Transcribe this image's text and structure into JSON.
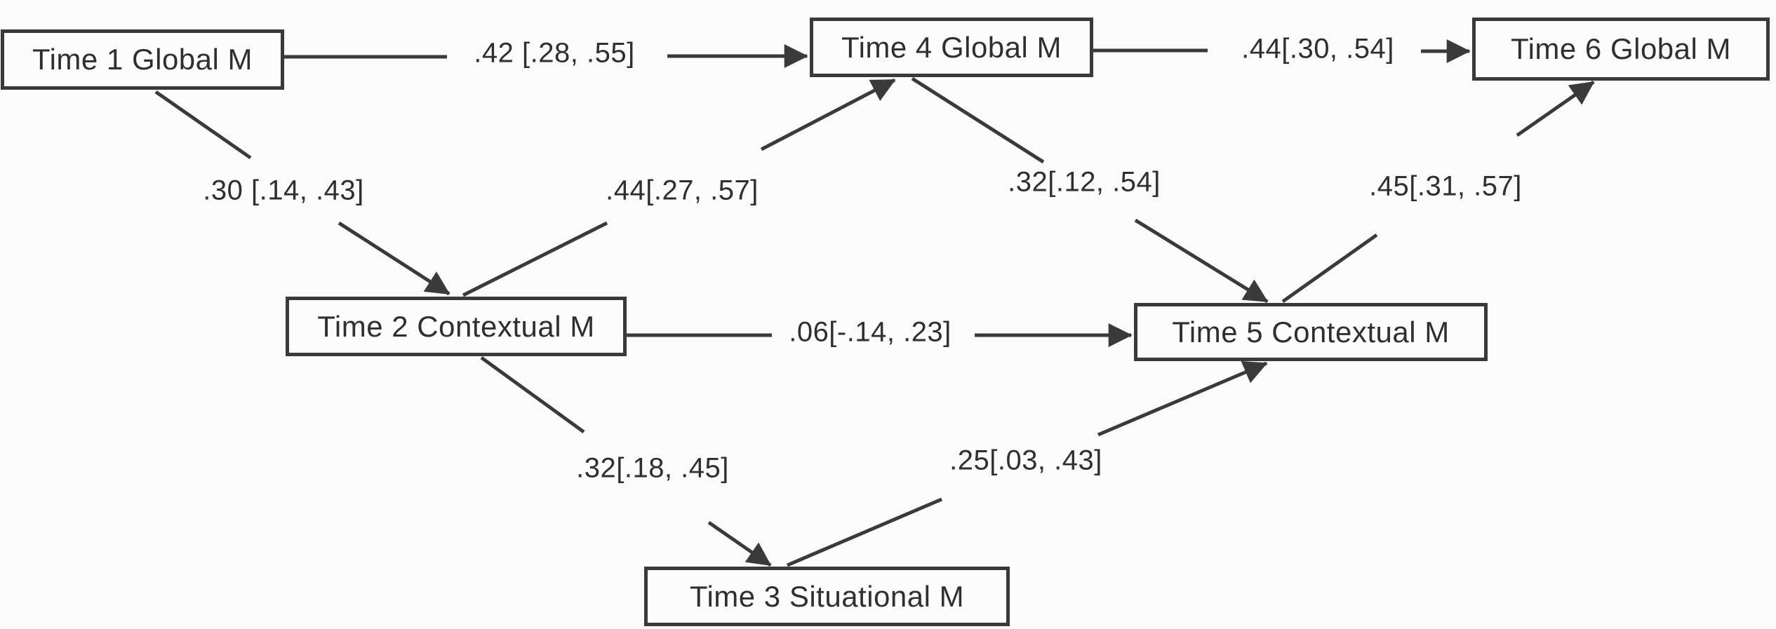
{
  "figure": {
    "description": "Path model diagram with standardized coefficients and 95% confidence intervals",
    "colors": {
      "background": "#fbfbfb",
      "line": "#3a3a3a",
      "box_border": "#3a3a3a",
      "box_fill": "#fcfcfc",
      "text": "#2f2f2f"
    },
    "nodes": [
      {
        "id": "time1-global",
        "label": "Time 1 Global M"
      },
      {
        "id": "time2-contextual",
        "label": "Time 2 Contextual M"
      },
      {
        "id": "time3-situational",
        "label": "Time 3 Situational M"
      },
      {
        "id": "time4-global",
        "label": "Time 4 Global M"
      },
      {
        "id": "time5-contextual",
        "label": "Time 5 Contextual M"
      },
      {
        "id": "time6-global",
        "label": "Time 6 Global M"
      }
    ],
    "edges": [
      {
        "from": "time1-global",
        "to": "time4-global",
        "label": ".42 [.28, .55]"
      },
      {
        "from": "time1-global",
        "to": "time2-contextual",
        "label": ".30 [.14, .43]"
      },
      {
        "from": "time2-contextual",
        "to": "time4-global",
        "label": ".44[.27, .57]"
      },
      {
        "from": "time4-global",
        "to": "time6-global",
        "label": ".44[.30, .54]"
      },
      {
        "from": "time4-global",
        "to": "time5-contextual",
        "label": ".32[.12, .54]"
      },
      {
        "from": "time5-contextual",
        "to": "time6-global",
        "label": ".45[.31, .57]"
      },
      {
        "from": "time2-contextual",
        "to": "time5-contextual",
        "label": ".06[-.14, .23]"
      },
      {
        "from": "time2-contextual",
        "to": "time3-situational",
        "label": ".32[.18, .45]"
      },
      {
        "from": "time3-situational",
        "to": "time5-contextual",
        "label": ".25[.03, .43]"
      }
    ]
  }
}
